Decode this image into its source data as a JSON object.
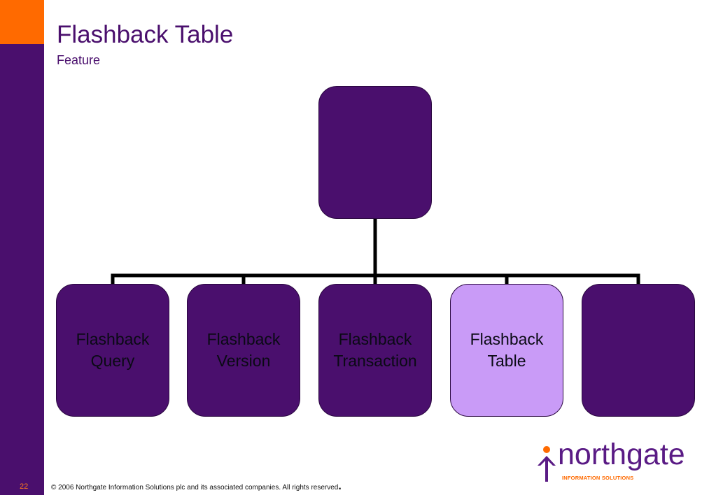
{
  "slide": {
    "title": "Flashback Table",
    "subtitle": "Feature",
    "slide_number": "22",
    "footer": "© 2006 Northgate Information Solutions plc and its associated companies.  All rights reserved",
    "footer_dot": "."
  },
  "logo": {
    "word": "northgate",
    "tagline": "INFORMATION SOLUTIONS"
  },
  "colors": {
    "dark_purple": "#4a0f6d",
    "highlight_purple": "#c99bf7",
    "accent_orange": "#ff6a00",
    "connector": "#000000"
  },
  "diagram": {
    "root": {
      "label_lines": []
    },
    "children": [
      {
        "label_lines": [
          "Flashback",
          "Query"
        ],
        "highlighted": false
      },
      {
        "label_lines": [
          "Flashback",
          "Version"
        ],
        "highlighted": false
      },
      {
        "label_lines": [
          "Flashback",
          "Transaction"
        ],
        "highlighted": false
      },
      {
        "label_lines": [
          "Flashback",
          "Table"
        ],
        "highlighted": true
      },
      {
        "label_lines": [],
        "highlighted": false
      }
    ]
  }
}
